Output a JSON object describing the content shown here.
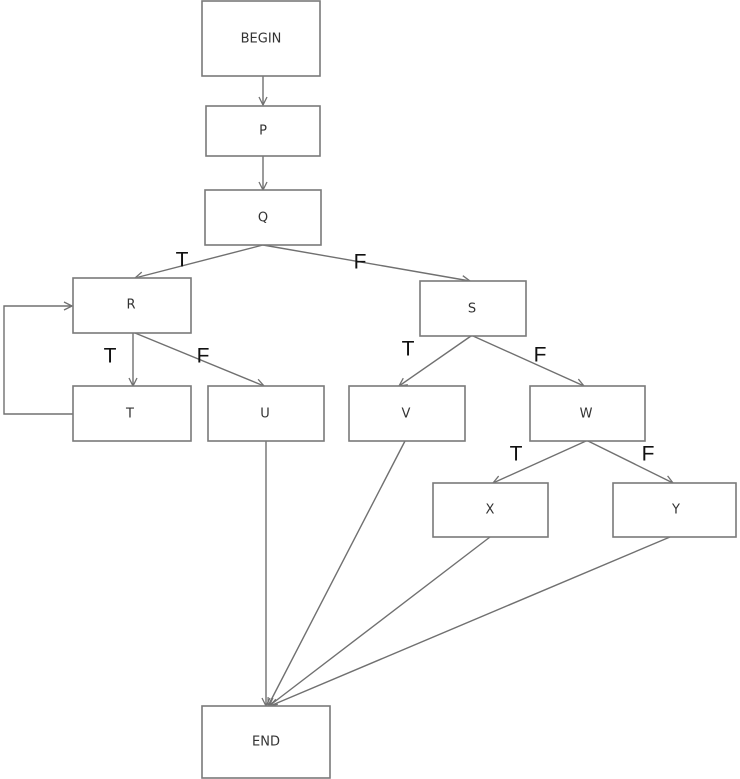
{
  "nodes": {
    "begin": "BEGIN",
    "p": "P",
    "q": "Q",
    "r": "R",
    "s": "S",
    "t": "T",
    "u": "U",
    "v": "V",
    "w": "W",
    "x": "X",
    "y": "Y",
    "end": "END"
  },
  "edge_labels": {
    "q_r": "T",
    "q_s": "F",
    "r_t": "T",
    "r_u": "F",
    "s_v": "T",
    "s_w": "F",
    "w_x": "T",
    "w_y": "F"
  }
}
